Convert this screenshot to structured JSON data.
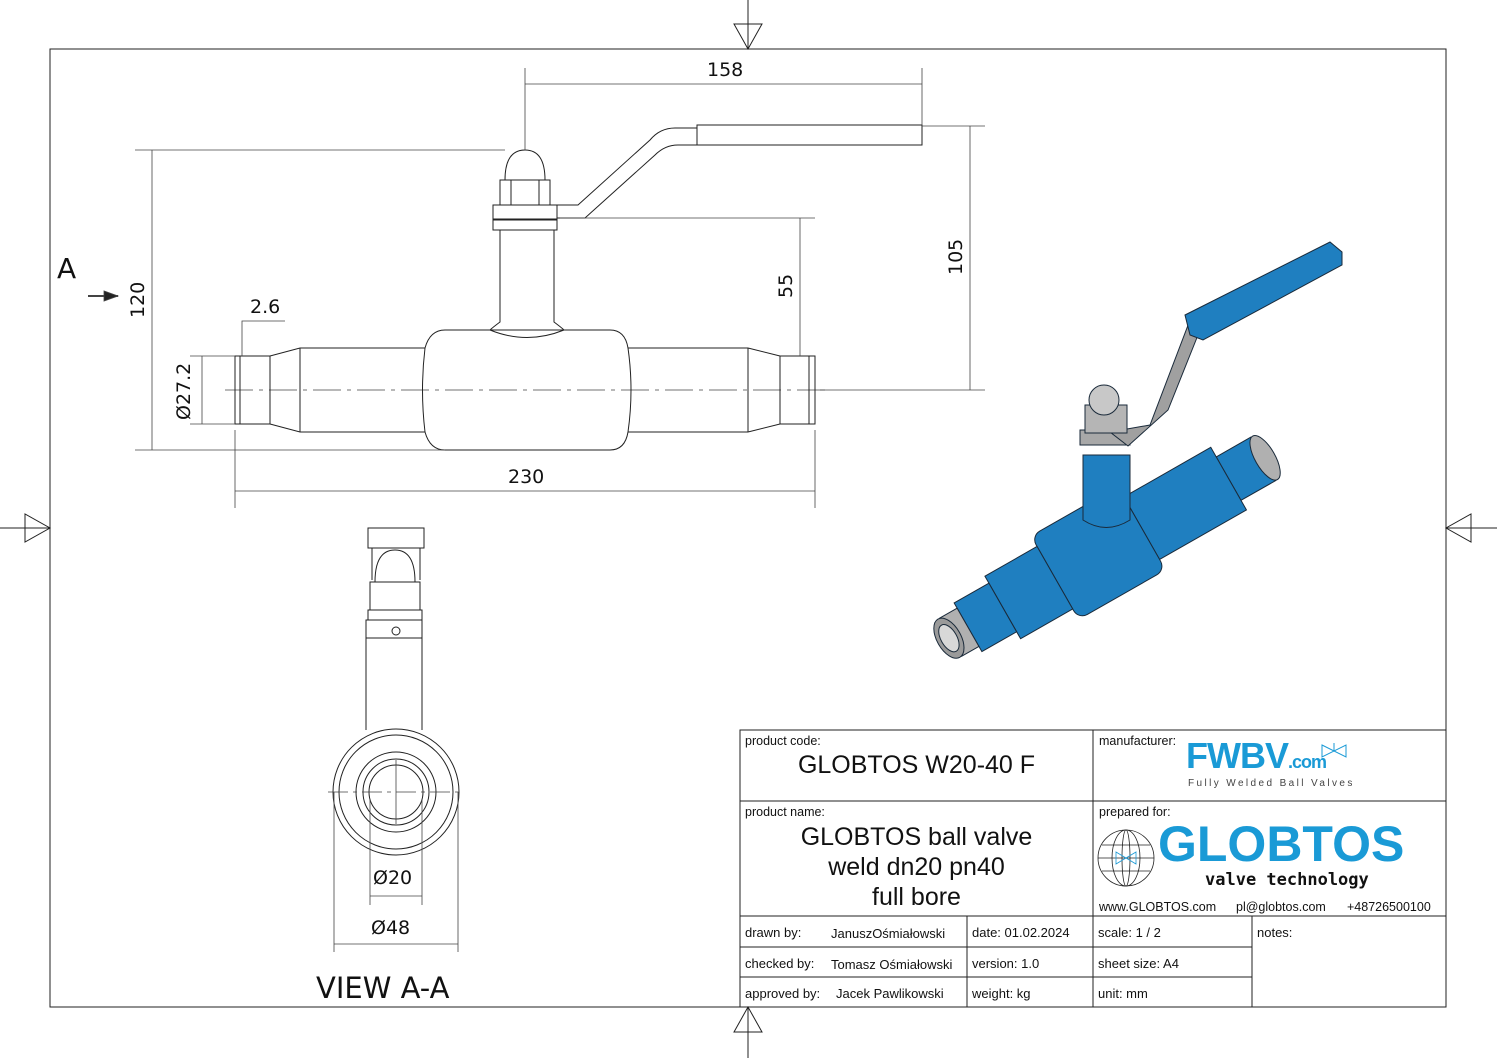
{
  "drawing": {
    "dimensions": {
      "handle_length": "158",
      "handle_height": "105",
      "stem_height": "55",
      "total_height": "120",
      "weld_end_diameter": "Ø27.2",
      "wall_thickness": "2.6",
      "face_to_face": "230",
      "bore_diameter": "Ø20",
      "body_diameter": "Ø48"
    },
    "section_marker": "A",
    "view_label": "VIEW A-A"
  },
  "title_block": {
    "product_code_label": "product code:",
    "product_code": "GLOBTOS W20-40 F",
    "manufacturer_label": "manufacturer:",
    "manufacturer_logo": "FWBV",
    "manufacturer_logo_suffix": ".com",
    "manufacturer_tagline": "Fully Welded Ball Valves",
    "product_name_label": "product name:",
    "product_name_lines": [
      "GLOBTOS ball valve",
      "weld dn20 pn40",
      "full bore"
    ],
    "prepared_for_label": "prepared for:",
    "client_logo": "GLOBTOS",
    "client_tagline": "valve technology",
    "website": "www.GLOBTOS.com",
    "email": "pl@globtos.com",
    "phone": "+48726500100",
    "drawn_by_label": "drawn by:",
    "drawn_by": "JanuszOśmiałowski",
    "checked_by_label": "checked by:",
    "checked_by": "Tomasz Ośmiałowski",
    "approved_by_label": "approved by:",
    "approved_by": "Jacek Pawlikowski",
    "date": "date: 01.02.2024",
    "version": "version:  1.0",
    "weight": "weight:  kg",
    "scale": "scale: 1 / 2",
    "sheet_size": "sheet size:  A4",
    "unit": "unit:  mm",
    "notes_label": "notes:"
  },
  "colors": {
    "brand_blue": "#1a9ad6",
    "valve_blue": "#1f7fc0",
    "steel_gray": "#a8a8a8"
  }
}
